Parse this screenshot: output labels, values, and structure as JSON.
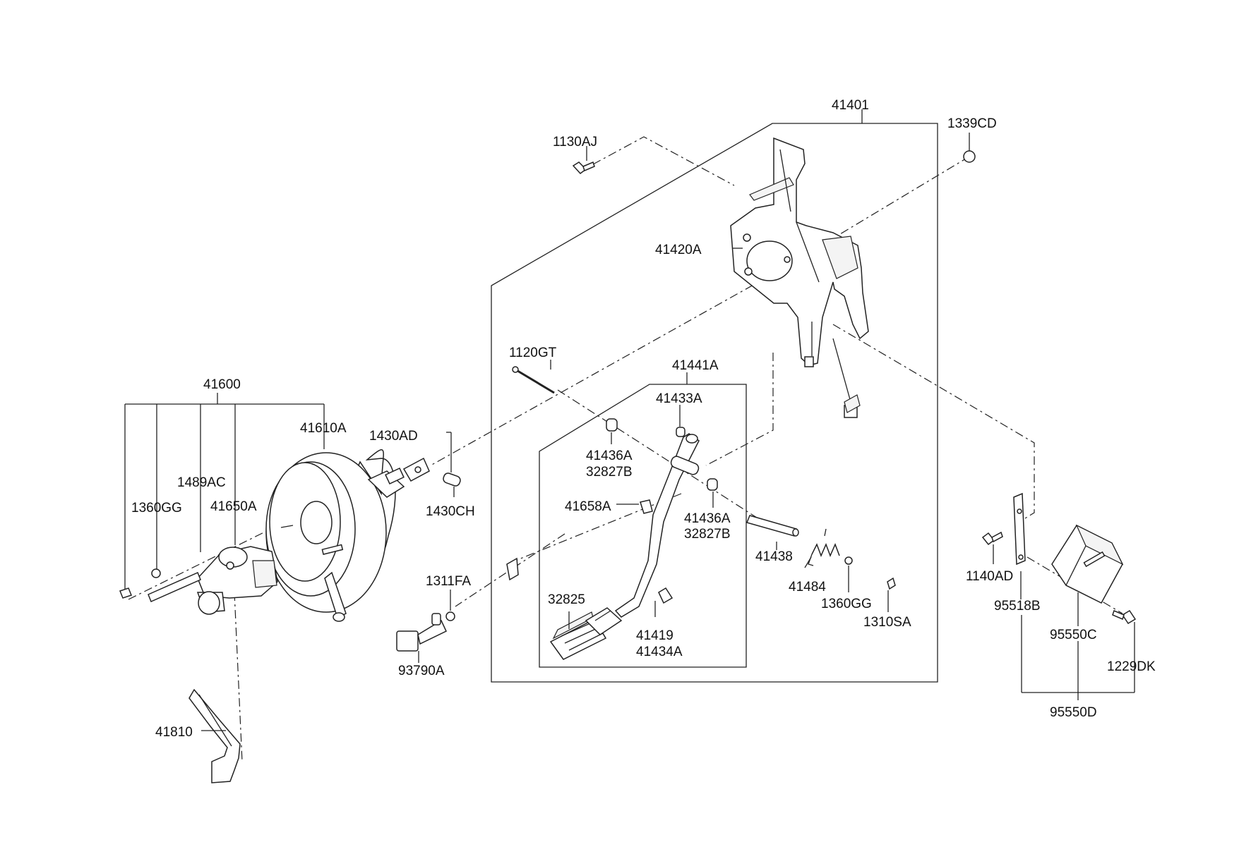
{
  "labels": {
    "l41401": "41401",
    "l1130AJ": "1130AJ",
    "l1339CD": "1339CD",
    "l41420A": "41420A",
    "l1120GT": "1120GT",
    "l41441A": "41441A",
    "l41433A": "41433A",
    "l41436A_1": "41436A",
    "l32827B_1": "32827B",
    "l41658A": "41658A",
    "l41436A_2": "41436A",
    "l32827B_2": "32827B",
    "l41438": "41438",
    "l41484": "41484",
    "l1360GG_r": "1360GG",
    "l1310SA": "1310SA",
    "l32825": "32825",
    "l41419": "41419",
    "l41434A": "41434A",
    "l41600": "41600",
    "l41610A": "41610A",
    "l1430AD": "1430AD",
    "l1430CH": "1430CH",
    "l1489AC": "1489AC",
    "l1360GG_l": "1360GG",
    "l41650A": "41650A",
    "l1311FA": "1311FA",
    "l93790A": "93790A",
    "l41810": "41810",
    "l1140AD": "1140AD",
    "l95518B": "95518B",
    "l95550C": "95550C",
    "l1229DK": "1229DK",
    "l95550D": "95550D"
  }
}
